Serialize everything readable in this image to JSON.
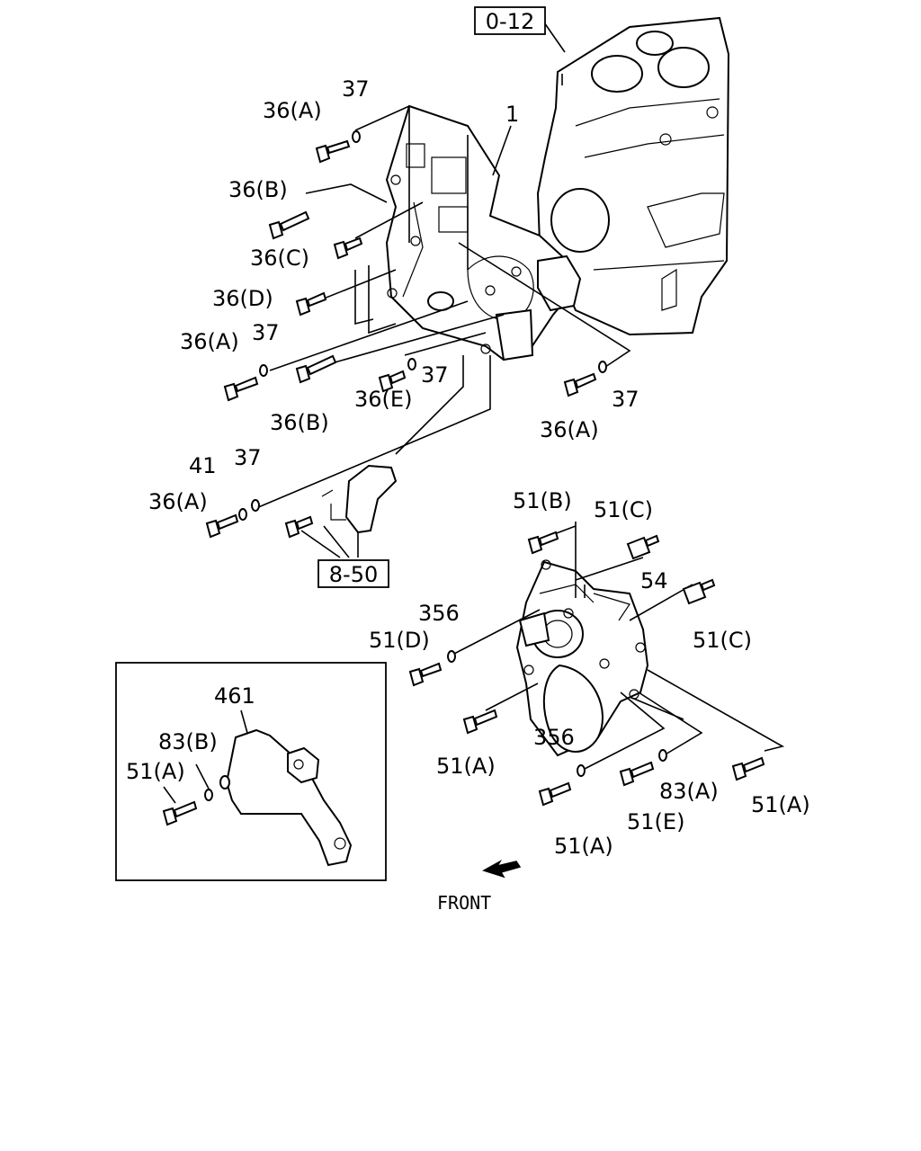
{
  "diagram": {
    "refs": {
      "ref_0_12": "0-12",
      "ref_8_50": "8-50"
    },
    "labels": {
      "l_1": "1",
      "l_37_top": "37",
      "l_36a_top": "36(A)",
      "l_36b_top": "36(B)",
      "l_36c": "36(C)",
      "l_36d": "36(D)",
      "l_36a_mid": "36(A)",
      "l_37_mid": "37",
      "l_37_e": "37",
      "l_36e": "36(E)",
      "l_36b_low": "36(B)",
      "l_36a_right": "36(A)",
      "l_37_right": "37",
      "l_41": "41",
      "l_37_low": "37",
      "l_36a_low": "36(A)",
      "l_51b": "51(B)",
      "l_51c_top": "51(C)",
      "l_54": "54",
      "l_356_top": "356",
      "l_51d": "51(D)",
      "l_51c_right": "51(C)",
      "l_356_low": "356",
      "l_51a_mid": "51(A)",
      "l_83a": "83(A)",
      "l_51a_right": "51(A)",
      "l_51e": "51(E)",
      "l_51a_bottom": "51(A)",
      "l_461": "461",
      "l_83b": "83(B)",
      "l_51a_inset": "51(A)"
    },
    "front_label": "FRONT"
  }
}
